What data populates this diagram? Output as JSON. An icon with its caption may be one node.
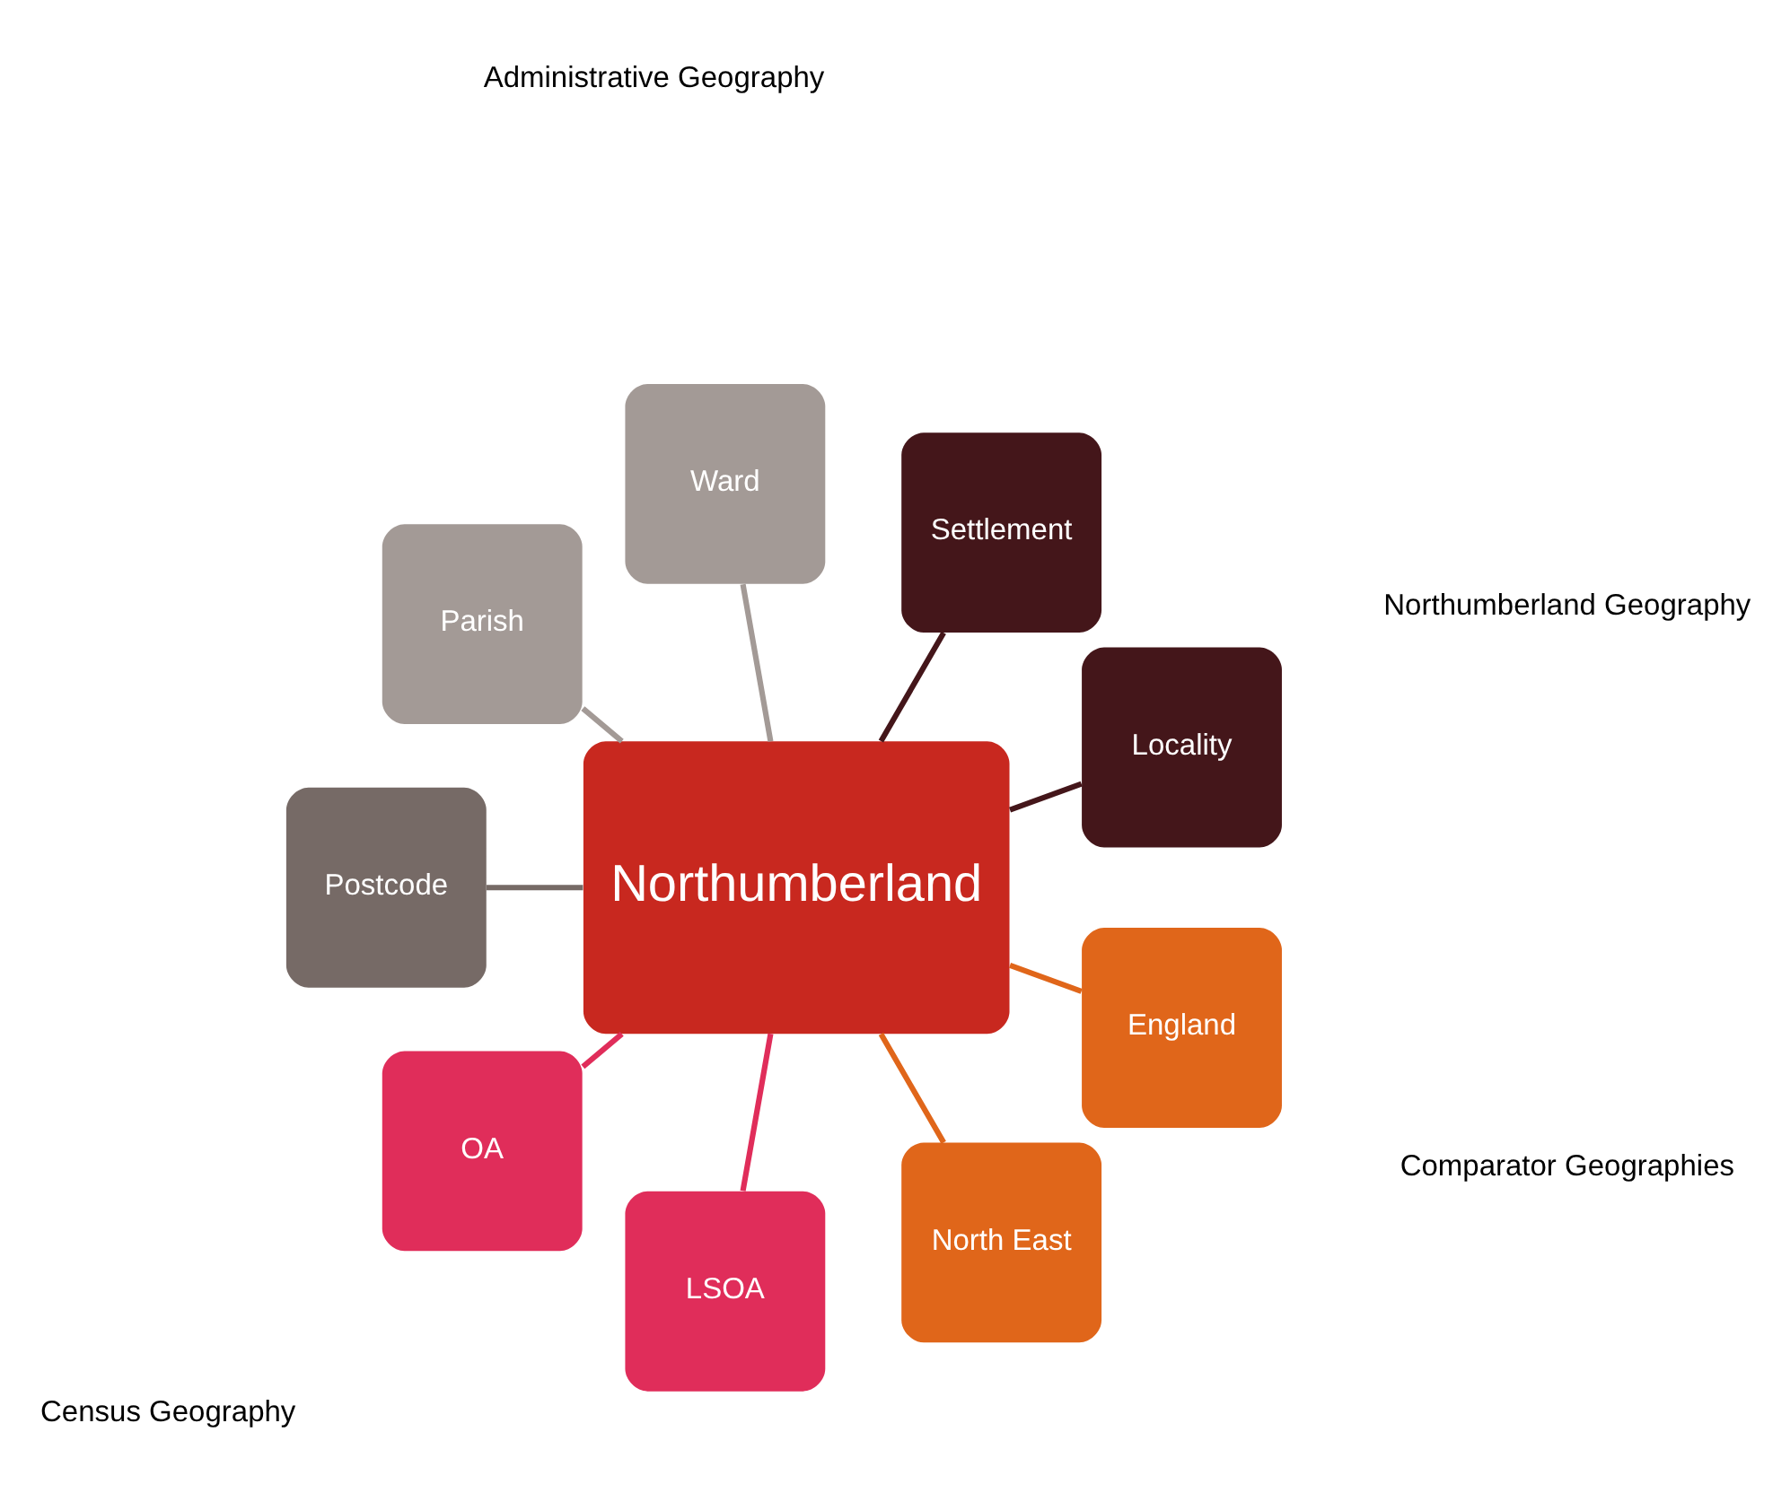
{
  "diagram": {
    "nodes": [
      {
        "text": [
          "Northumberland"
        ]
      },
      {
        "text": [
          "Locality"
        ]
      },
      {
        "text": [
          "Settlement"
        ]
      },
      {
        "text": [
          "Ward"
        ]
      },
      {
        "text": [
          "Parish"
        ]
      },
      {
        "text": [
          "Postcode"
        ]
      },
      {
        "text": [
          "OA"
        ]
      },
      {
        "text": [
          "LSOA"
        ]
      },
      {
        "text": [
          "North East"
        ]
      },
      {
        "text": [
          "England"
        ]
      }
    ],
    "edges": [
      {
        "from": 0,
        "to": 1,
        "arrow": "none",
        "color": "#44161a"
      },
      {
        "from": 0,
        "to": 2,
        "arrow": "none",
        "color": "#44161a"
      },
      {
        "from": 0,
        "to": 3,
        "arrow": "none",
        "color": "#a39a96"
      },
      {
        "from": 0,
        "to": 4,
        "arrow": "none",
        "color": "#a39a96"
      },
      {
        "from": 0,
        "to": 5,
        "arrow": "none",
        "color": "#766a66"
      },
      {
        "from": 0,
        "to": 6,
        "arrow": "none",
        "color": "#e02d5a"
      },
      {
        "from": 0,
        "to": 7,
        "arrow": "none",
        "color": "#e02d5a"
      },
      {
        "from": 0,
        "to": 8,
        "arrow": "none",
        "color": "#e0661a"
      },
      {
        "from": 0,
        "to": 9,
        "arrow": "none",
        "color": "#e0661a"
      }
    ],
    "labels": [
      "Northumberland Geography",
      "Comparator Geographies",
      "Administrative Geography",
      "Census Geography"
    ]
  }
}
